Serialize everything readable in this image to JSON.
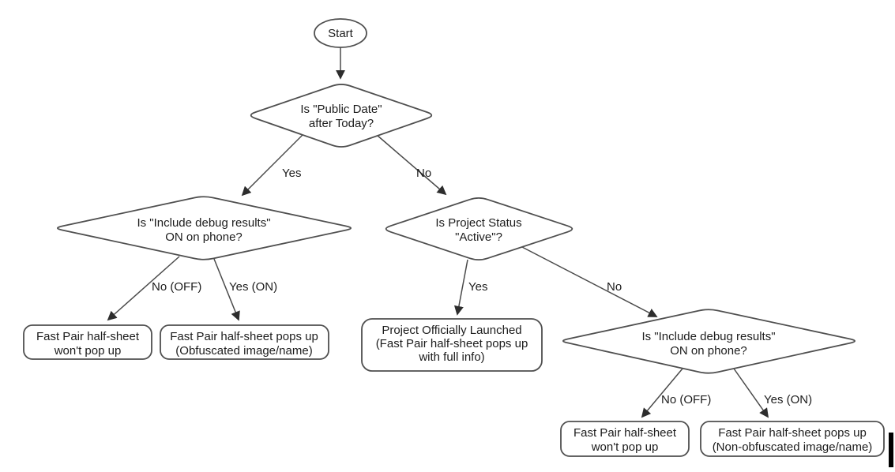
{
  "colors": {
    "background": "#ffffff",
    "shape_stroke": "#4f4f4f",
    "text": "#1c1c1c",
    "arrowhead": "#2d2d2d",
    "cursor_bar": "#000000"
  },
  "nodes": {
    "start": {
      "label": "Start"
    },
    "decision_public_date": {
      "lines": [
        "Is \"Public Date\"",
        "after Today?"
      ]
    },
    "decision_debug_left": {
      "lines": [
        "Is \"Include debug results\"",
        "ON on phone?"
      ]
    },
    "decision_project_status": {
      "lines": [
        "Is Project Status",
        "\"Active\"?"
      ]
    },
    "decision_debug_right": {
      "lines": [
        "Is \"Include debug results\"",
        "ON on phone?"
      ]
    },
    "result_no_popup_left": {
      "lines": [
        "Fast Pair half-sheet",
        "won't pop up"
      ]
    },
    "result_obfuscated": {
      "lines": [
        "Fast Pair half-sheet pops up",
        "(Obfuscated image/name)"
      ]
    },
    "result_launched": {
      "lines": [
        "Project Officially Launched",
        "(Fast Pair half-sheet pops up",
        "with full info)"
      ]
    },
    "result_no_popup_right": {
      "lines": [
        "Fast Pair half-sheet",
        "won't pop up"
      ]
    },
    "result_non_obfuscated": {
      "lines": [
        "Fast Pair half-sheet pops up",
        "(Non-obfuscated image/name)"
      ]
    }
  },
  "edge_labels": {
    "public_date_yes": "Yes",
    "public_date_no": "No",
    "debug_left_no": "No (OFF)",
    "debug_left_yes": "Yes (ON)",
    "project_status_yes": "Yes",
    "project_status_no": "No",
    "debug_right_no": "No (OFF)",
    "debug_right_yes": "Yes (ON)"
  }
}
